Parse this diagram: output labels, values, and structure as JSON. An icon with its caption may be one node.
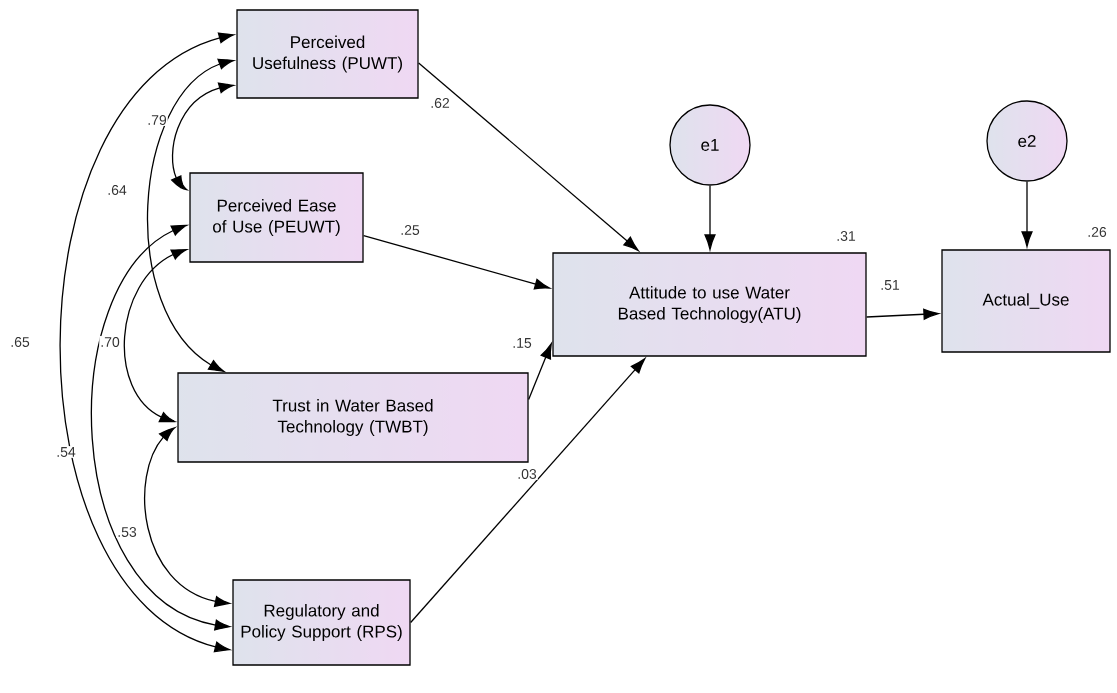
{
  "diagram": {
    "nodes": [
      {
        "text": [
          "Perceived Usefulness (PUWT)"
        ]
      },
      {
        "text": [
          "Perceived Ease of Use (PEUWT)"
        ]
      },
      {
        "text": [
          "Trust in Water Based Technology (TWBT)"
        ]
      },
      {
        "text": [
          "Regulatory and Policy Support (RPS)"
        ]
      },
      {
        "text": [
          "Attitude to use Water Based Technology(ATU)"
        ],
        "beside": [
          ".31"
        ]
      },
      {
        "text": [
          "Actual_Use"
        ],
        "beside": [
          ".26"
        ]
      },
      {
        "text": [
          "e1"
        ]
      },
      {
        "text": [
          "e2"
        ]
      }
    ],
    "edges": [
      {
        "from": 0,
        "to": 4,
        "arrow": "to",
        "label": ".62"
      },
      {
        "from": 1,
        "to": 4,
        "arrow": "to",
        "label": ".25"
      },
      {
        "from": 2,
        "to": 4,
        "arrow": "to",
        "label": ".15"
      },
      {
        "from": 3,
        "to": 4,
        "arrow": "to",
        "label": ".03"
      },
      {
        "from": 6,
        "to": 4,
        "arrow": "to"
      },
      {
        "from": 4,
        "to": 5,
        "arrow": "to",
        "label": ".51"
      },
      {
        "from": 7,
        "to": 5,
        "arrow": "to"
      },
      {
        "from": 0,
        "to": 1,
        "arrow": "both",
        "label": ".79"
      },
      {
        "from": 0,
        "to": 2,
        "arrow": "both",
        "label": ".64"
      },
      {
        "from": 0,
        "to": 3,
        "arrow": "both",
        "label": ".65"
      },
      {
        "from": 1,
        "to": 2,
        "arrow": "both",
        "label": ".70"
      },
      {
        "from": 1,
        "to": 3,
        "arrow": "both",
        "label": ".54"
      },
      {
        "from": 2,
        "to": 3,
        "arrow": "both",
        "label": ".53"
      }
    ]
  }
}
